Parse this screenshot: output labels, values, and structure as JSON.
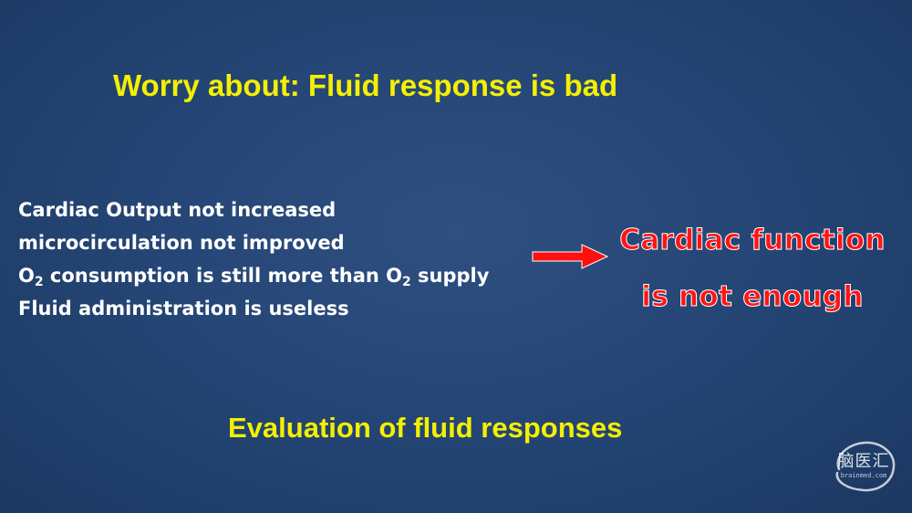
{
  "slide": {
    "title": "Worry about: Fluid response is bad",
    "points": [
      {
        "text": "Cardiac Output not increased"
      },
      {
        "text": "microcirculation not improved"
      },
      {
        "parts": [
          "O",
          "2",
          " consumption is still more than O",
          "2",
          " supply"
        ]
      },
      {
        "text": "Fluid administration is useless"
      }
    ],
    "conclusion": {
      "line1": "Cardiac function",
      "line2": "is not enough"
    },
    "subtitle": "Evaluation of fluid responses",
    "watermark": {
      "label": "脑医汇",
      "url": "brainmed.com"
    }
  },
  "colors": {
    "background": "#254676",
    "title_text": "#f4f000",
    "body_text": "#ffffff",
    "conclusion_text": "#ff1414",
    "arrow": "#ff1010"
  },
  "icons": {
    "arrow": "right-arrow-icon",
    "watermark": "brainmed-logo-icon"
  }
}
